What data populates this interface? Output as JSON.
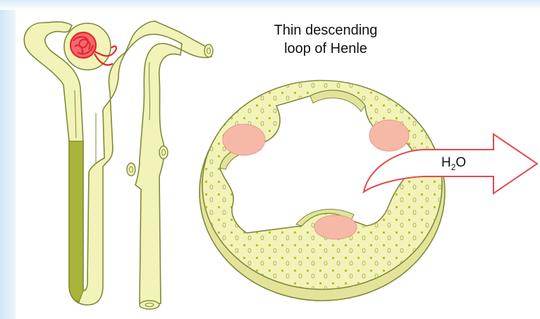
{
  "diagram": {
    "label_line1": "Thin descending",
    "label_line2": "loop of Henle",
    "arrow_label": "H",
    "arrow_label_sub": "2",
    "arrow_label_tail": "O"
  },
  "colors": {
    "tubule_fill": "#f2f3b8",
    "tubule_stroke": "#7d8a3a",
    "loop_highlight": "#8c9a2a",
    "glomerulus": "#e8242c",
    "nucleus": "#f6b9a8",
    "granules": "#b8b81a",
    "arrow_stroke": "#e24a50"
  }
}
